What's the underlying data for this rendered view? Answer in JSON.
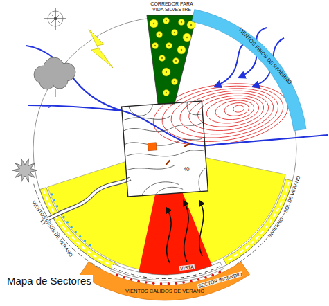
{
  "diagram": {
    "caption": "Mapa de Sectores",
    "nodes": [
      {
        "text": [
          "CORREDOR PARA VIDA SILVESTRE"
        ]
      },
      {
        "text": [
          "VIENTOS FRIOS DE INVIERNO"
        ]
      },
      {
        "text": [
          "VIENTOS CALIDOS DE VERANO"
        ]
      },
      {
        "text": [
          "-40"
        ]
      }
    ],
    "labels": [
      "SOL DE VERANO",
      "INVIERNO",
      "VISTA",
      "SECTOR INCENDIO",
      "VIENTOS FRIOS DE VERANO"
    ]
  }
}
